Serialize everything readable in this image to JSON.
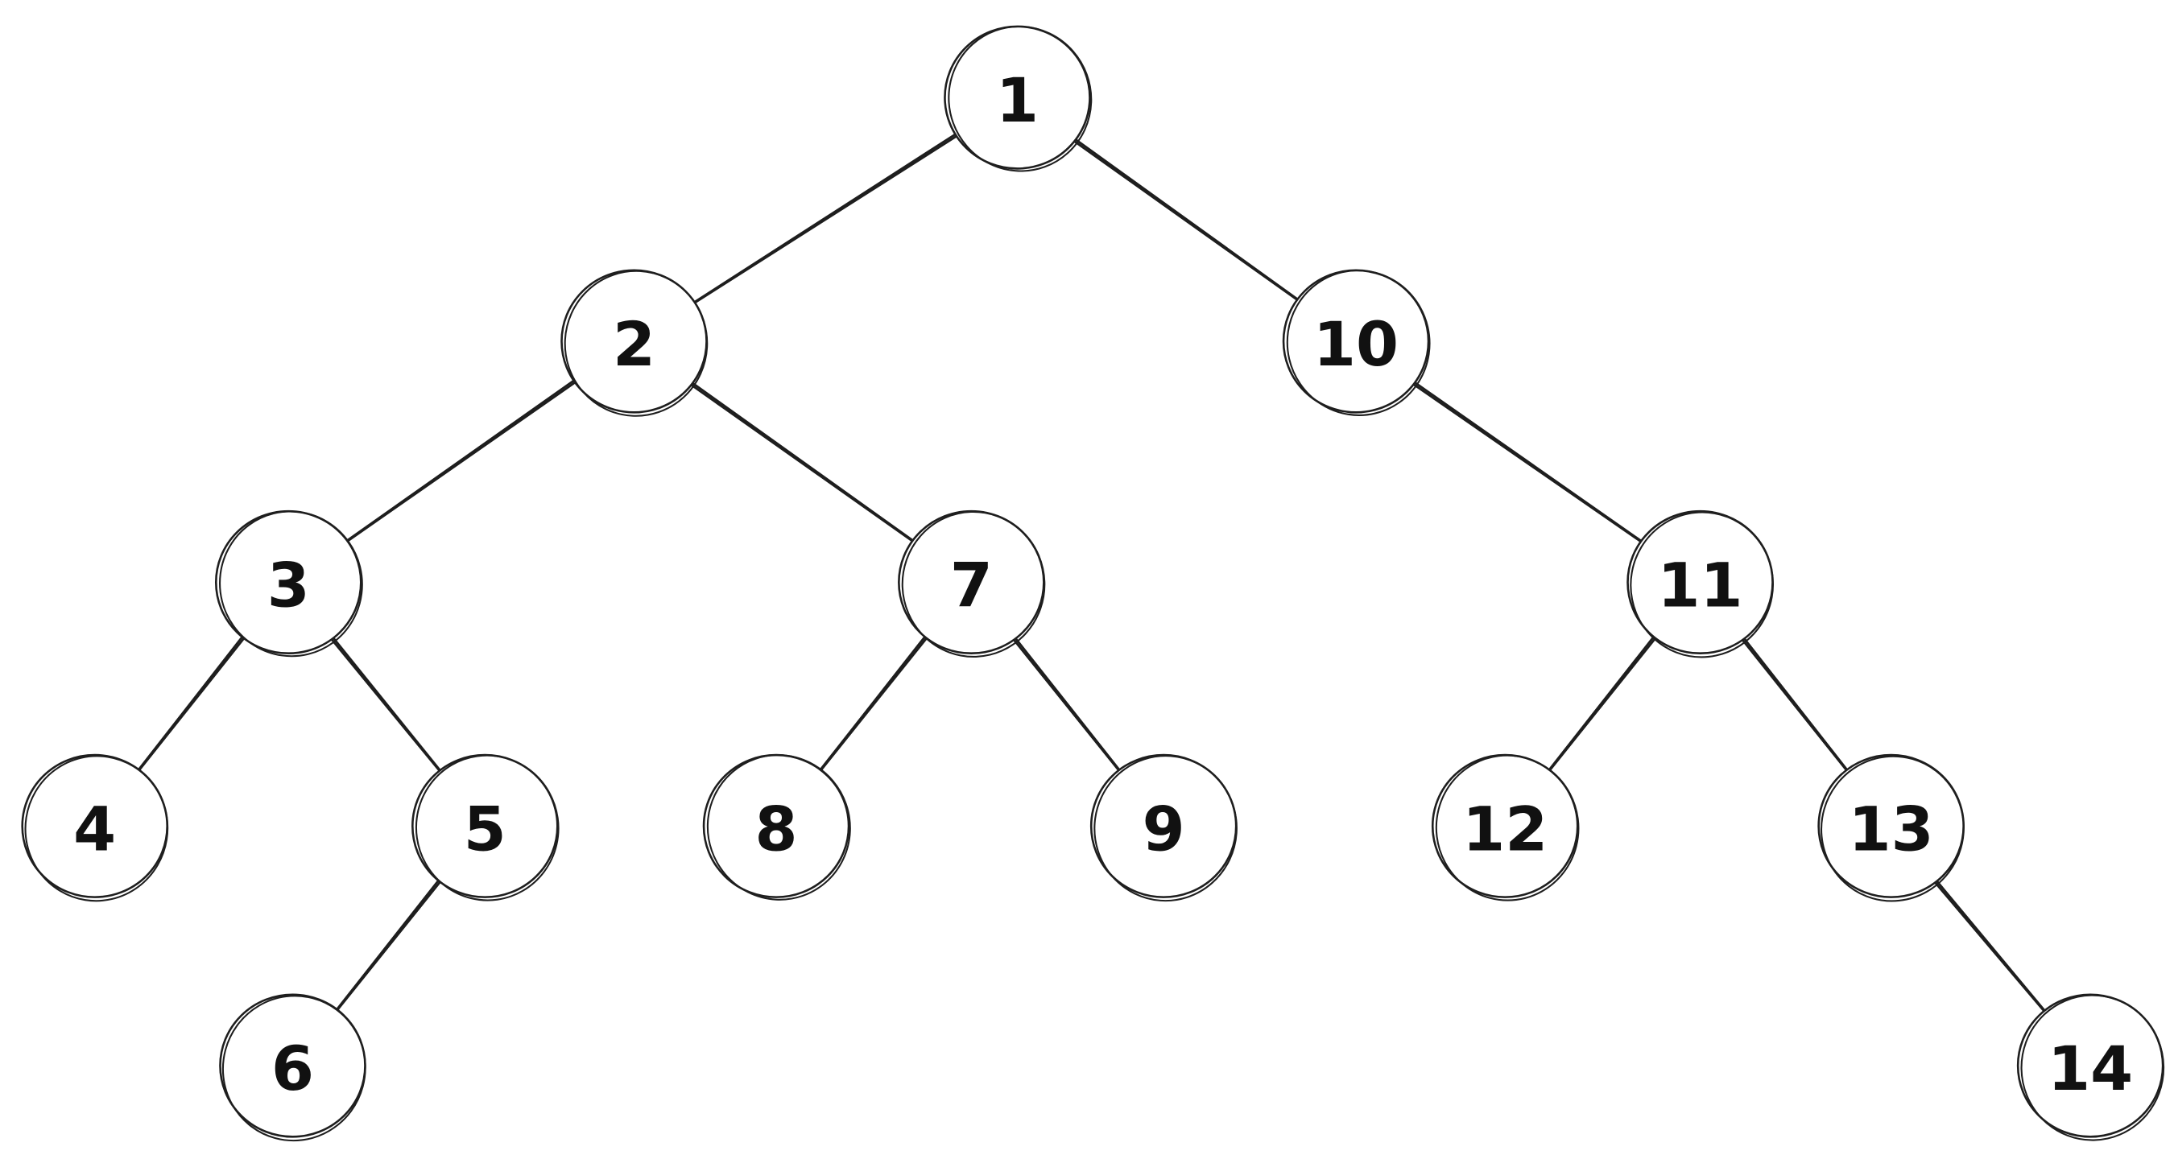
{
  "diagram": {
    "type": "binary-tree",
    "stroke_color": "#1e1e1e",
    "background": "#ffffff",
    "nodes": [
      {
        "id": "n1",
        "label": "1"
      },
      {
        "id": "n2",
        "label": "2"
      },
      {
        "id": "n3",
        "label": "3"
      },
      {
        "id": "n4",
        "label": "4"
      },
      {
        "id": "n5",
        "label": "5"
      },
      {
        "id": "n6",
        "label": "6"
      },
      {
        "id": "n7",
        "label": "7"
      },
      {
        "id": "n8",
        "label": "8"
      },
      {
        "id": "n9",
        "label": "9"
      },
      {
        "id": "n10",
        "label": "10"
      },
      {
        "id": "n11",
        "label": "11"
      },
      {
        "id": "n12",
        "label": "12"
      },
      {
        "id": "n13",
        "label": "13"
      },
      {
        "id": "n14",
        "label": "14"
      }
    ],
    "edges": [
      [
        "n1",
        "n2"
      ],
      [
        "n1",
        "n10"
      ],
      [
        "n2",
        "n3"
      ],
      [
        "n2",
        "n7"
      ],
      [
        "n3",
        "n4"
      ],
      [
        "n3",
        "n5"
      ],
      [
        "n5",
        "n6"
      ],
      [
        "n7",
        "n8"
      ],
      [
        "n7",
        "n9"
      ],
      [
        "n10",
        "n11"
      ],
      [
        "n11",
        "n12"
      ],
      [
        "n11",
        "n13"
      ],
      [
        "n13",
        "n14"
      ]
    ]
  }
}
